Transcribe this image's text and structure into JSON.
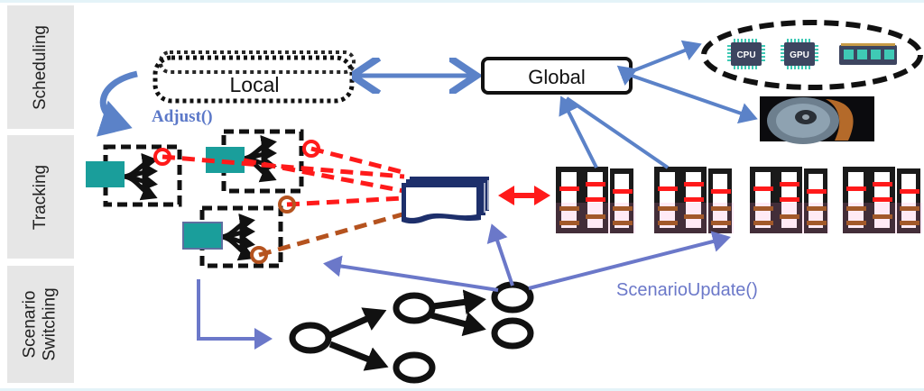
{
  "lanes": [
    {
      "id": "scheduling",
      "label": "Scheduling"
    },
    {
      "id": "tracking",
      "label": "Tracking"
    },
    {
      "id": "scenario",
      "label": "Scenario\nSwitching"
    }
  ],
  "nodes": {
    "local": "Local",
    "global": "Global",
    "cpu": "CPU",
    "gpu": "GPU"
  },
  "functions": {
    "adjust": "Adjust()",
    "scenario_update": "ScenarioUpdate()"
  },
  "icons": {
    "cpu": "cpu-chip-icon",
    "gpu": "gpu-chip-icon",
    "memory": "memory-module-icon",
    "disk": "hard-disk-icon",
    "storage": "document-stack-icon"
  },
  "colors": {
    "blue_arrow": "#5b82c8",
    "purple_arrow": "#6b78c9",
    "red_dash": "#ff1a1a",
    "brown_dash": "#b5531f",
    "teal": "#1a9e9b",
    "navy": "#1d2f6b",
    "lane_bg": "#e6e6e6"
  }
}
